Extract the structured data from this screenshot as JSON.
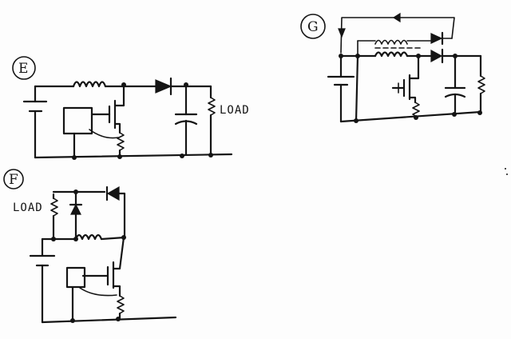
{
  "diagrams": {
    "E": {
      "marker": "E",
      "load_label": "LOAD"
    },
    "F": {
      "marker": "F",
      "load_label": "LOAD"
    },
    "G": {
      "marker": "G"
    }
  }
}
